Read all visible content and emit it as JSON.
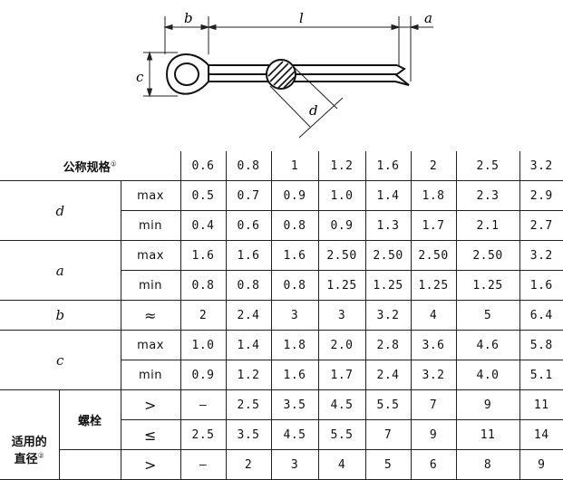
{
  "drawing": {
    "labels": {
      "b": "b",
      "l": "l",
      "a": "a",
      "c": "c",
      "d": "d"
    }
  },
  "table": {
    "header_label": "公称规格",
    "header_note": "①",
    "sizes": [
      "0.6",
      "0.8",
      "1",
      "1.2",
      "1.6",
      "2",
      "2.5",
      "3.2"
    ],
    "d": {
      "label": "d",
      "max_label": "max",
      "min_label": "min",
      "max": [
        "0.5",
        "0.7",
        "0.9",
        "1.0",
        "1.4",
        "1.8",
        "2.3",
        "2.9"
      ],
      "min": [
        "0.4",
        "0.6",
        "0.8",
        "0.9",
        "1.3",
        "1.7",
        "2.1",
        "2.7"
      ]
    },
    "a": {
      "label": "a",
      "max_label": "max",
      "min_label": "min",
      "max": [
        "1.6",
        "1.6",
        "1.6",
        "2.50",
        "2.50",
        "2.50",
        "2.50",
        "3.2"
      ],
      "min": [
        "0.8",
        "0.8",
        "0.8",
        "1.25",
        "1.25",
        "1.25",
        "1.25",
        "1.6"
      ]
    },
    "b": {
      "label": "b",
      "sub_label": "≈",
      "values": [
        "2",
        "2.4",
        "3",
        "3",
        "3.2",
        "4",
        "5",
        "6.4"
      ]
    },
    "c": {
      "label": "c",
      "max_label": "max",
      "min_label": "min",
      "max": [
        "1.0",
        "1.4",
        "1.8",
        "2.0",
        "2.8",
        "3.6",
        "4.6",
        "5.8"
      ],
      "min": [
        "0.9",
        "1.2",
        "1.6",
        "1.7",
        "2.4",
        "3.2",
        "4.0",
        "5.1"
      ]
    },
    "applicable": {
      "label_line1": "适用的",
      "label_line2": "直径",
      "label_note": "②",
      "bolt_label": "螺栓",
      "gt_label": ">",
      "le_label": "≤",
      "gt": [
        "—",
        "2.5",
        "3.5",
        "4.5",
        "5.5",
        "7",
        "9",
        "11"
      ],
      "le": [
        "2.5",
        "3.5",
        "4.5",
        "5.5",
        "7",
        "9",
        "11",
        "14"
      ],
      "next_label": ">",
      "next": [
        "—",
        "2",
        "3",
        "4",
        "5",
        "6",
        "8",
        "9"
      ]
    }
  }
}
